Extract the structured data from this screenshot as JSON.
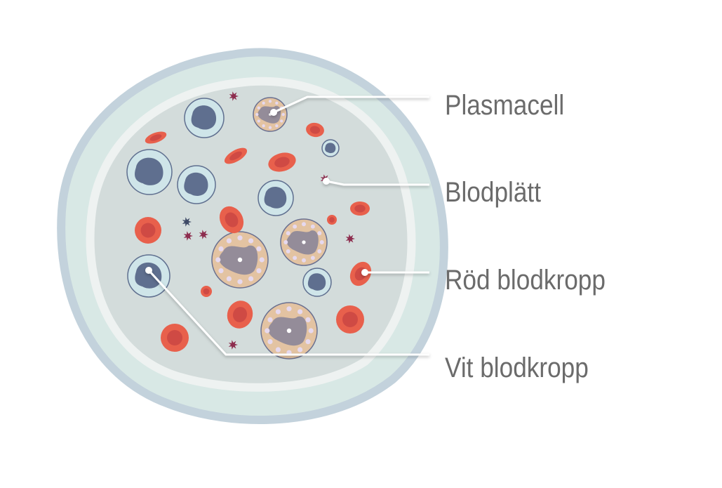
{
  "labels": {
    "plasma_cell": "Plasmacell",
    "platelet": "Blodplätt",
    "red_blood_cell": "Röd blodkropp",
    "white_blood_cell": "Vit blodkropp"
  },
  "colors": {
    "outer_ring": "#c3d2dc",
    "outer_fill": "#d8e8e5",
    "inner_ring": "#eef2f1",
    "plasma": "#d3dcdb",
    "red_cell": "#e8604c",
    "red_cell_center": "#cf4a44",
    "white_cell": "#cfe5e9",
    "white_nucleus": "#5f6f8f",
    "granulocyte": "#e3c3a2",
    "granulocyte_nucleus": "#948c99",
    "platelet": "#8d2d4e",
    "leader_line": "#ffffff",
    "label_text": "#6b6b6b"
  }
}
